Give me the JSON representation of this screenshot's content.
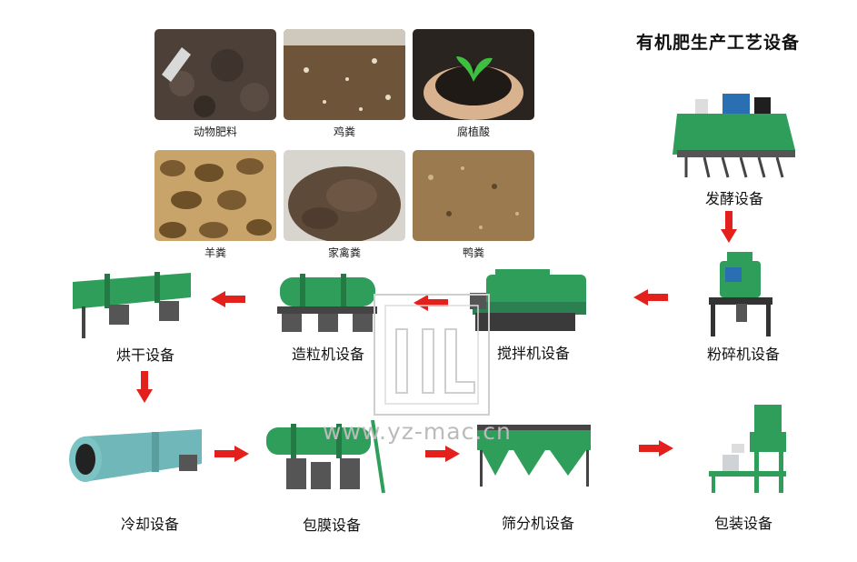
{
  "title": "有机肥生产工艺设备",
  "materials": [
    {
      "label": "动物肥料",
      "color": "#5a4a3c"
    },
    {
      "label": "鸡粪",
      "color": "#6b5236"
    },
    {
      "label": "腐植酸",
      "color": "#2a211b"
    },
    {
      "label": "羊粪",
      "color": "#8a6a3c"
    },
    {
      "label": "家禽粪",
      "color": "#5d4a38"
    },
    {
      "label": "鸭粪",
      "color": "#9a7a4e"
    }
  ],
  "equipment": {
    "fermentation": "发酵设备",
    "crushing": "粉碎机设备",
    "mixing": "搅拌机设备",
    "granulating": "造粒机设备",
    "drying": "烘干设备",
    "cooling": "冷却设备",
    "coating": "包膜设备",
    "screening": "筛分机设备",
    "packing": "包装设备"
  },
  "watermark": "www.yz-mac.cn",
  "colors": {
    "arrow": "#e3201b",
    "machine_green": "#2f9e5a",
    "machine_dark": "#3a3a3a",
    "cooler": "#6fb7b8"
  }
}
